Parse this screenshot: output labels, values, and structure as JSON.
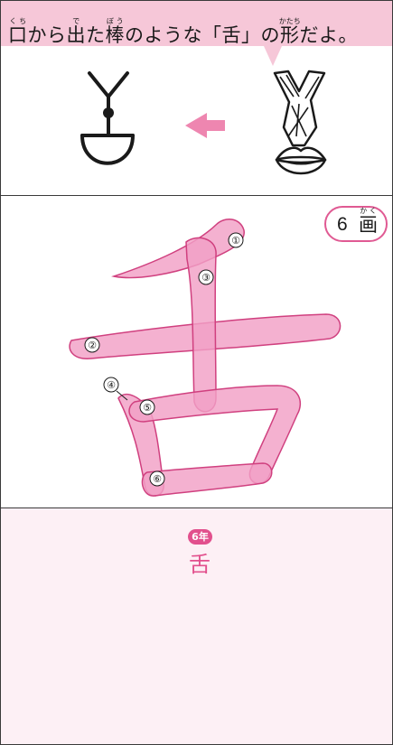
{
  "caption": {
    "parts": [
      {
        "base": "口",
        "ruby": "くち"
      },
      {
        "text": "から"
      },
      {
        "base": "出",
        "ruby": "で"
      },
      {
        "text": "た"
      },
      {
        "base": "棒",
        "ruby": "ぼう"
      },
      {
        "text": "のような「舌」の"
      },
      {
        "base": "形",
        "ruby": "かたち"
      },
      {
        "text": "だよ。"
      }
    ]
  },
  "stroke_count": {
    "number": "6",
    "unit": "画",
    "unit_ruby": "かく"
  },
  "stroke_labels": [
    "①",
    "②",
    "③",
    "④",
    "⑤",
    "⑥"
  ],
  "grade": {
    "badge": "6年",
    "kanji": "舌"
  },
  "colors": {
    "accent_pink": "#e2508d",
    "stroke_fill": "#f2a0c6",
    "stroke_outline": "#d0407f",
    "banner": "#f6c7d8",
    "grade_bg": "#fdf0f5"
  },
  "icons": {
    "ancient_glyph": "oracle-bone-tongue-glyph",
    "arrow": "left-arrow-icon",
    "illustration": "mouth-with-tongue-illustration"
  }
}
